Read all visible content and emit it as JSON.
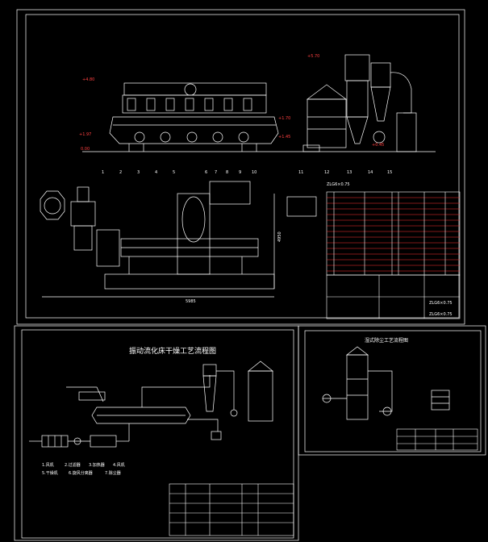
{
  "elevations": {
    "top": "+5.70",
    "hood": "+4.80",
    "left_mid": "+1.97",
    "right_a": "+1.70",
    "right_b": "+1.45",
    "ground": "0.00",
    "fan": "+0.45"
  },
  "callouts": [
    "1",
    "2",
    "3",
    "4",
    "5",
    "6",
    "7",
    "8",
    "9",
    "10",
    "11",
    "12",
    "13",
    "14",
    "15"
  ],
  "plan_note": "ZLG6×0.75",
  "dimensions": {
    "length": "5985",
    "height": "4950"
  },
  "bom_title": "ZLG6×0.75",
  "bom_code": "ZLG6×0.75",
  "flow_panel": {
    "title": "振动流化床干燥工艺流程图",
    "legend": [
      "1.风机",
      "2.过滤器",
      "3.加热器",
      "4.风机",
      "5.干燥机",
      "6.旋风分离器",
      "7.除尘器"
    ]
  },
  "small_panel": {
    "title": "湿式除尘工艺流程图"
  }
}
